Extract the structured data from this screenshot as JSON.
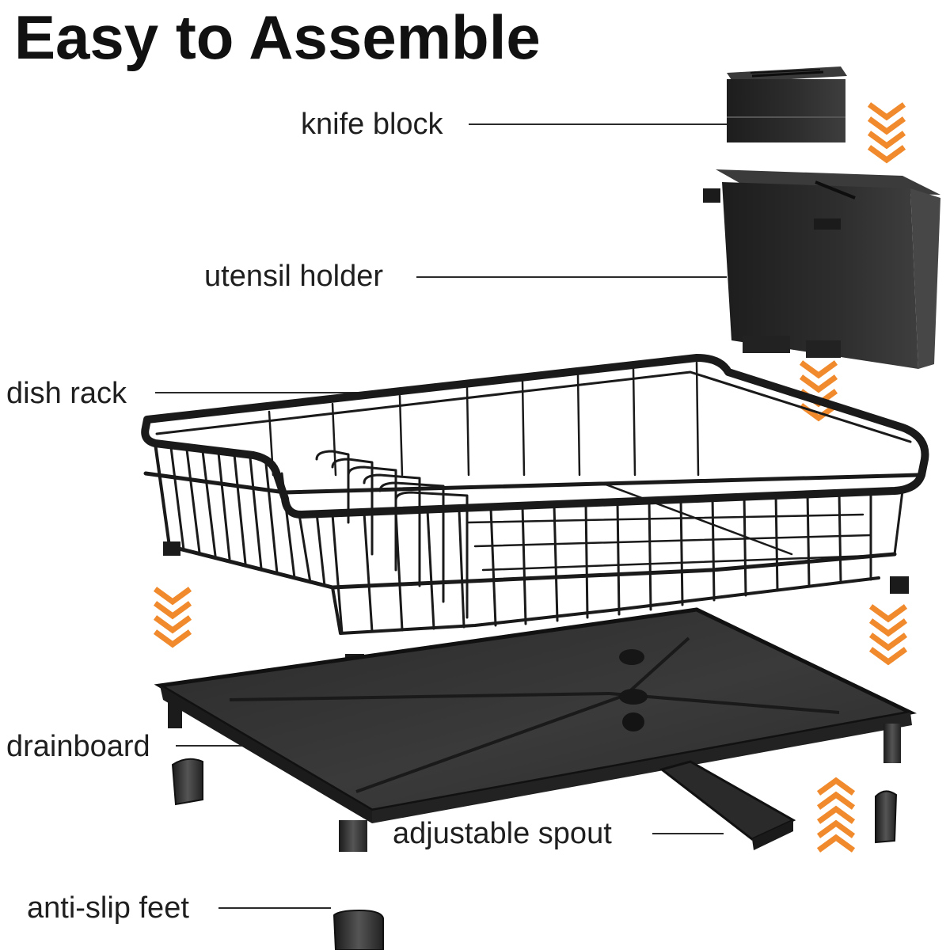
{
  "title": "Easy to Assemble",
  "labels": {
    "knife_block": "knife block",
    "utensil_holder": "utensil holder",
    "dish_rack": "dish rack",
    "drainboard": "drainboard",
    "adjustable_spout": "adjustable spout",
    "anti_slip_feet": "anti-slip feet"
  },
  "colors": {
    "product": "#2a2a2a",
    "product_dark": "#161616",
    "product_light": "#4a4a4a",
    "arrow": "#f08a2c"
  },
  "icons": {
    "arrow_down": "chevron-down-arrows-icon",
    "arrow_up": "chevron-up-arrows-icon"
  }
}
